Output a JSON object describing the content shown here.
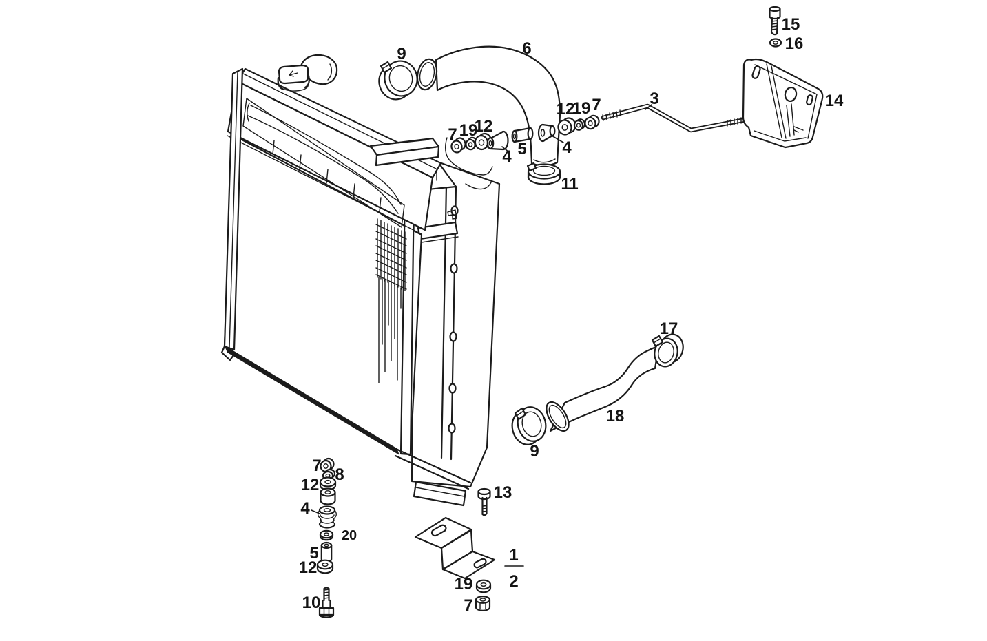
{
  "page": {
    "background": "#ffffff",
    "ink": "#1b1b1b"
  },
  "figure": {
    "type": "exploded-parts-diagram",
    "subject": "radiator-assembly-with-hoses-clamps-and-mounting-hardware",
    "callouts": [
      {
        "ref": "clamp-upper",
        "label": "9"
      },
      {
        "ref": "upper-hose",
        "label": "6"
      },
      {
        "ref": "bolt-15",
        "label": "15"
      },
      {
        "ref": "washer-16",
        "label": "16"
      },
      {
        "ref": "bracket-14",
        "label": "14"
      },
      {
        "ref": "tie-rod",
        "label": "3"
      },
      {
        "ref": "washer-12-right",
        "label": "12"
      },
      {
        "ref": "washer-19-right",
        "label": "19"
      },
      {
        "ref": "nut-7-right",
        "label": "7"
      },
      {
        "ref": "bush-4-right",
        "label": "4"
      },
      {
        "ref": "nut-7-left",
        "label": "7"
      },
      {
        "ref": "washer-19-left",
        "label": "19"
      },
      {
        "ref": "washer-12-left",
        "label": "12"
      },
      {
        "ref": "bush-4-left",
        "label": "4"
      },
      {
        "ref": "spacer-5-left",
        "label": "5"
      },
      {
        "ref": "ring-11",
        "label": "11"
      },
      {
        "ref": "clamp-17",
        "label": "17"
      },
      {
        "ref": "lower-hose",
        "label": "18"
      },
      {
        "ref": "clamp-lower",
        "label": "9"
      },
      {
        "ref": "nut-7-stack",
        "label": "7"
      },
      {
        "ref": "washer-8",
        "label": "8"
      },
      {
        "ref": "washer-12-stack",
        "label": "12"
      },
      {
        "ref": "mount-4-stack",
        "label": "4"
      },
      {
        "ref": "washer-20",
        "label": "20"
      },
      {
        "ref": "spacer-5-stack",
        "label": "5"
      },
      {
        "ref": "washer-12-stack-2",
        "label": "12"
      },
      {
        "ref": "bolt-10",
        "label": "10"
      },
      {
        "ref": "bolt-13",
        "label": "13"
      },
      {
        "ref": "bracket-pos-1",
        "label": "1"
      },
      {
        "ref": "bracket-pos-2",
        "label": "2"
      },
      {
        "ref": "washer-19-bracket",
        "label": "19"
      },
      {
        "ref": "nut-7-bracket",
        "label": "7"
      }
    ]
  }
}
